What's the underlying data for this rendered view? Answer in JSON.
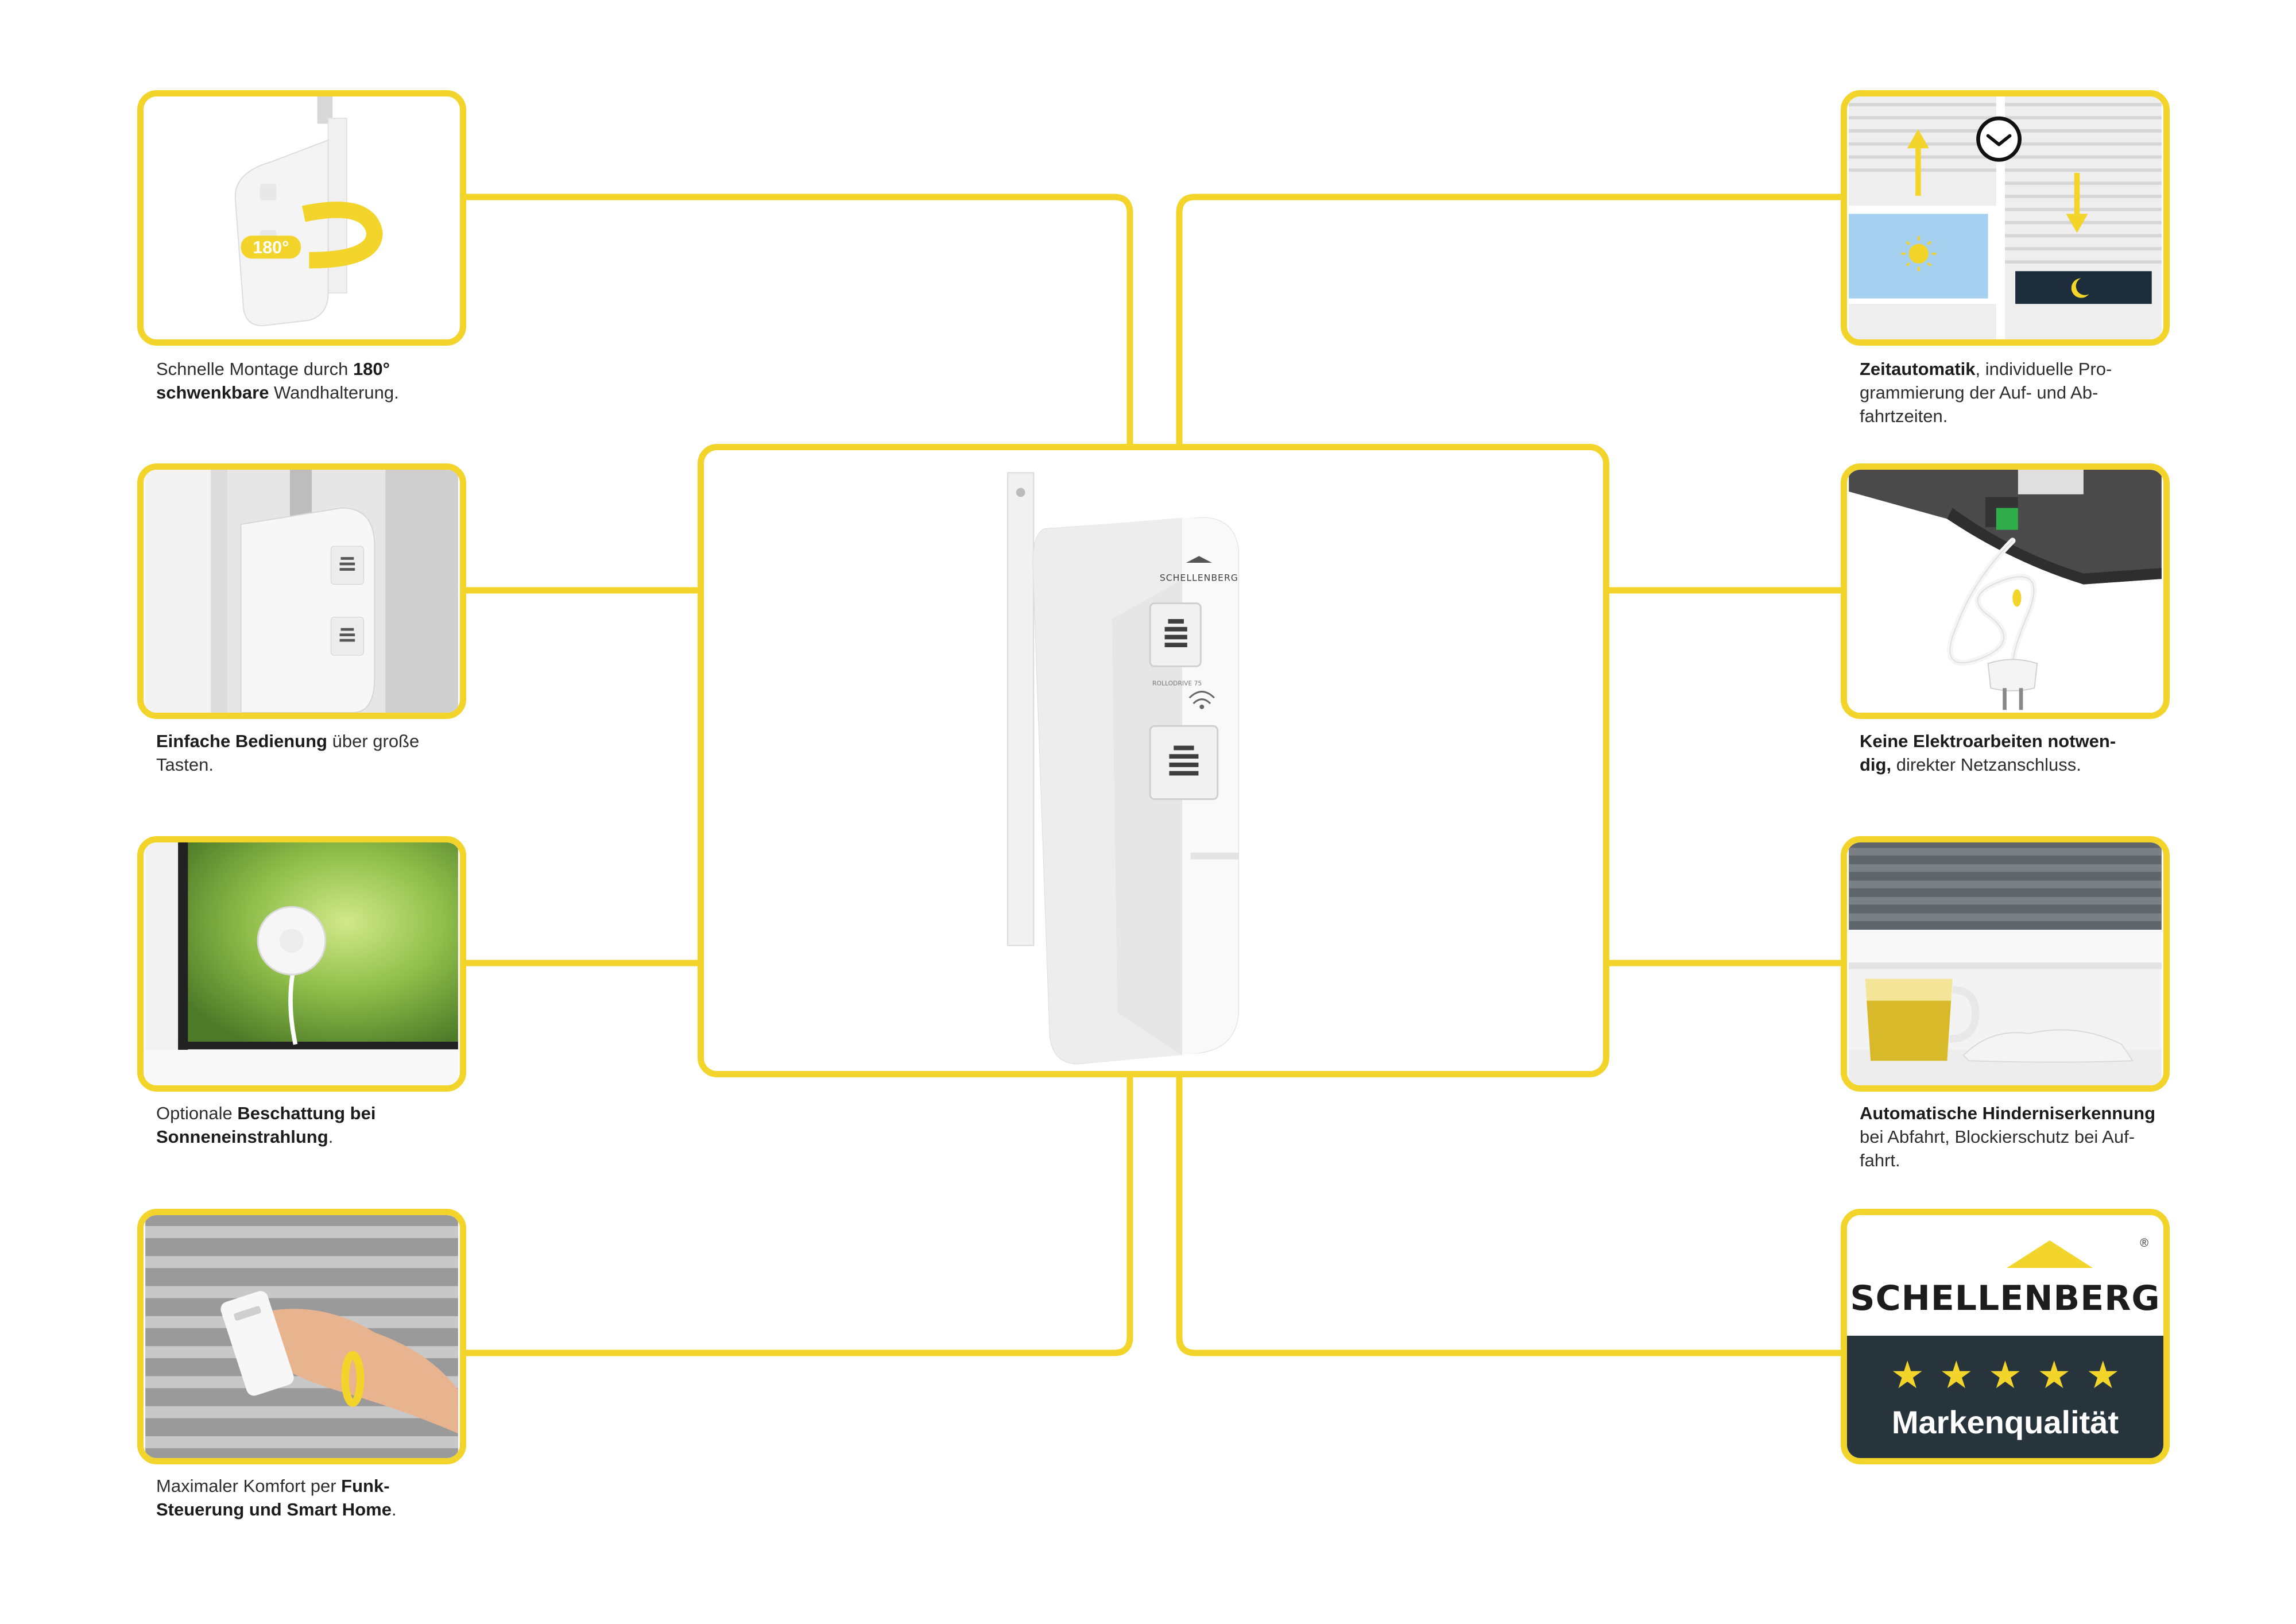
{
  "colors": {
    "accent": "#f2d42b",
    "text": "#2e2e2e",
    "brand_dark": "#27343b"
  },
  "features": [
    {
      "id": "mount",
      "icon": "rotation-arrow-icon",
      "badge": "180°",
      "caption": [
        {
          "t": "Schnelle Montage durch ",
          "b": false
        },
        {
          "t": "180°",
          "b": true
        },
        {
          "br": true
        },
        {
          "t": "schwenkbare",
          "b": true
        },
        {
          "t": " Wandhalterung.",
          "b": false
        }
      ]
    },
    {
      "id": "buttons",
      "icon": "up-down-buttons-icon",
      "caption": [
        {
          "t": "Einfache Bedienung",
          "b": true
        },
        {
          "t": " über große",
          "b": false
        },
        {
          "br": true
        },
        {
          "t": "Tasten.",
          "b": false
        }
      ]
    },
    {
      "id": "sensor",
      "icon": "suction-sensor-icon",
      "caption": [
        {
          "t": "Optionale ",
          "b": false
        },
        {
          "t": "Beschattung bei",
          "b": true
        },
        {
          "br": true
        },
        {
          "t": "Sonneneinstrahlung",
          "b": true
        },
        {
          "t": ".",
          "b": false
        }
      ]
    },
    {
      "id": "remote",
      "icon": "remote-control-icon",
      "caption": [
        {
          "t": "Maximaler Komfort per ",
          "b": false
        },
        {
          "t": "Funk-",
          "b": true
        },
        {
          "br": true
        },
        {
          "t": "Steuerung und Smart Home",
          "b": true
        },
        {
          "t": ".",
          "b": false
        }
      ]
    },
    {
      "id": "timer",
      "icon": "clock-icon",
      "caption": [
        {
          "t": "Zeitautomatik",
          "b": true
        },
        {
          "t": ", individuelle Pro-",
          "b": false
        },
        {
          "br": true
        },
        {
          "t": "grammierung der Auf- und Ab-",
          "b": false
        },
        {
          "br": true
        },
        {
          "t": "fahrtzeiten.",
          "b": false
        }
      ]
    },
    {
      "id": "plug",
      "icon": "power-plug-icon",
      "caption": [
        {
          "t": "Keine Elektroarbeiten notwen-",
          "b": true
        },
        {
          "br": true
        },
        {
          "t": "dig,",
          "b": true
        },
        {
          "t": " direkter Netzanschluss.",
          "b": false
        }
      ]
    },
    {
      "id": "obstacle",
      "icon": "shutter-obstacle-icon",
      "caption": [
        {
          "t": "Automatische Hinderniserkennung",
          "b": true
        },
        {
          "br": true
        },
        {
          "t": "bei Abfahrt, Blockierschutz bei Auf-",
          "b": false
        },
        {
          "br": true
        },
        {
          "t": "fahrt.",
          "b": false
        }
      ]
    }
  ],
  "product": {
    "brand_label": "SCHELLENBERG",
    "model_label": "ROLLODRIVE 75"
  },
  "brand_card": {
    "name": "SCHELLENBERG",
    "registered": "®",
    "stars": "★★★★★",
    "star_count": 5,
    "quality": "Markenqualität"
  }
}
